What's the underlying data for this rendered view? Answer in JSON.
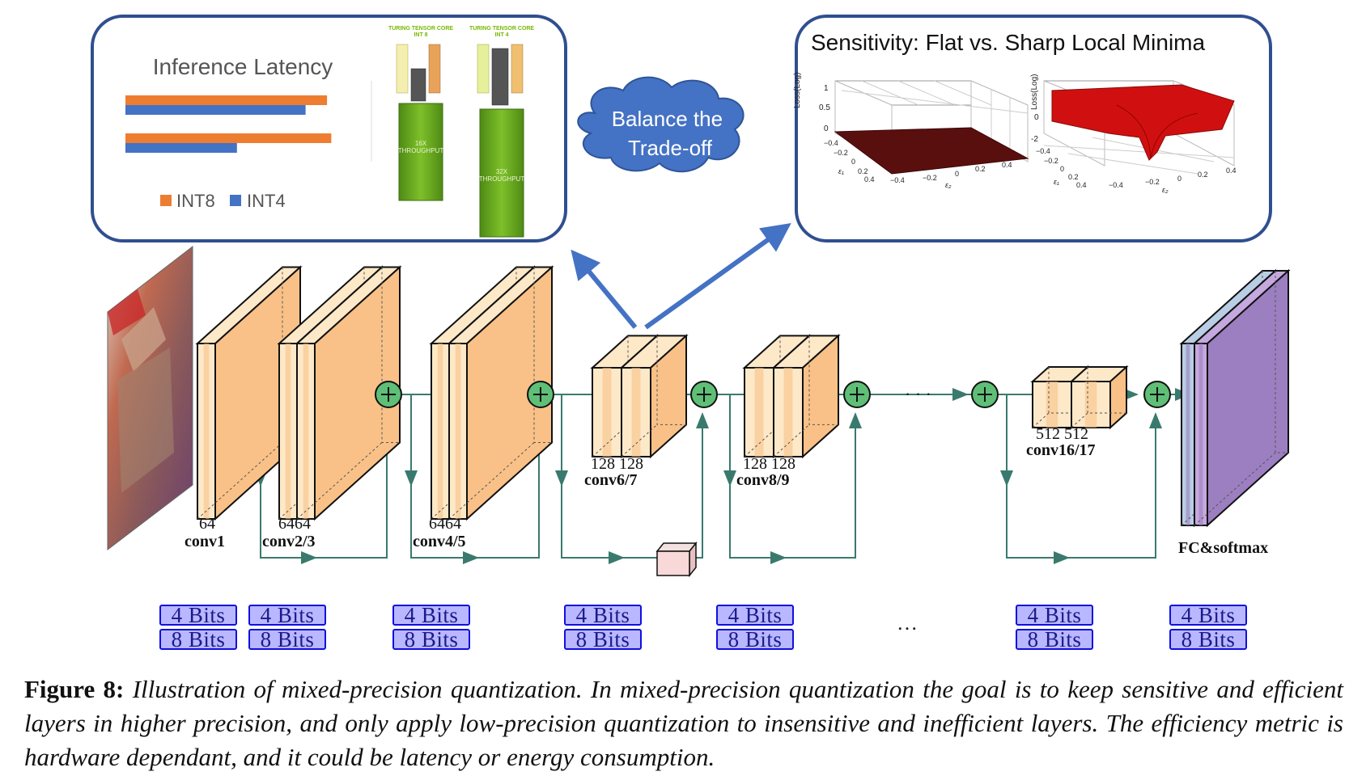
{
  "panels": {
    "latency": {
      "title": "Inference Latency",
      "legend": [
        {
          "label": "INT8",
          "color": "#ed7d31"
        },
        {
          "label": "INT4",
          "color": "#4472c4"
        }
      ],
      "bars": [
        {
          "int8": 0.94,
          "int4": 0.84
        },
        {
          "int8": 0.96,
          "int4": 0.52
        }
      ],
      "tensor_cores": [
        {
          "header": "TURING TENSOR CORE\nINT 8",
          "label": "16X\nTHROUGHPUT"
        },
        {
          "header": "TURING TENSOR CORE\nINT 4",
          "label": "32X\nTHROUGHPUT"
        }
      ]
    },
    "balance": "Balance the\nTrade-off",
    "sensitivity": {
      "title": "Sensitivity: Flat vs. Sharp Local Minima",
      "left_plot": {
        "zlabel": "Loss(Log)",
        "z_ticks": [
          "1",
          "0.5",
          "0"
        ],
        "x_ticks": [
          "-0.4",
          "-0.2",
          "0",
          "0.2",
          "0.4"
        ],
        "y_ticks": [
          "-0.4",
          "-0.2",
          "0",
          "0.2",
          "0.4"
        ],
        "xlabel": "ε₂",
        "ylabel": "ε₁"
      },
      "right_plot": {
        "zlabel": "Loss(Log)",
        "z_ticks": [
          "0",
          "-2"
        ],
        "x_ticks": [
          "-0.4",
          "-0.2",
          "0",
          "0.2",
          "0.4"
        ],
        "y_ticks": [
          "-0.4",
          "-0.2",
          "0",
          "0.2",
          "0.4"
        ],
        "xlabel": "ε₂",
        "ylabel": "ε₁"
      }
    }
  },
  "layers": [
    {
      "name": "conv1",
      "channels": "64"
    },
    {
      "name": "conv2/3",
      "channels": "6464"
    },
    {
      "name": "conv4/5",
      "channels": "6464"
    },
    {
      "name": "conv6/7",
      "channels": "128 128"
    },
    {
      "name": "conv8/9",
      "channels": "128 128"
    },
    {
      "name": "conv16/17",
      "channels": "512  512"
    },
    {
      "name": "FC&softmax",
      "channels": ""
    }
  ],
  "dots": "· · ·",
  "bits": [
    {
      "top": "4 Bits",
      "bottom": "8 Bits"
    },
    {
      "top": "4 Bits",
      "bottom": "8 Bits"
    },
    {
      "top": "4 Bits",
      "bottom": "8 Bits"
    },
    {
      "top": "4 Bits",
      "bottom": "8 Bits"
    },
    {
      "top": "4 Bits",
      "bottom": "8 Bits"
    },
    {
      "top": "4 Bits",
      "bottom": "8 Bits"
    },
    {
      "top": "4 Bits",
      "bottom": "8 Bits"
    }
  ],
  "bits_ellipsis": "…",
  "caption": {
    "label": "Figure 8:",
    "text": "Illustration of mixed-precision quantization. In mixed-precision quantization the goal is to keep sensitive and efficient layers in higher precision, and only apply low-precision quantization to insensitive and inefficient layers. The efficiency metric is hardware dependant, and it could be latency or energy consumption."
  },
  "colors": {
    "panel_border": "#2f4f8f",
    "cloud": "#4472c4",
    "arrow": "#4472c4",
    "layer_face": "#f9c187",
    "layer_light": "#fde8c8",
    "fc_face": "#9b7fc0",
    "fc_light": "#b9cde4",
    "skip_line": "#3a7a6e",
    "add_node": "#5fbf77"
  }
}
